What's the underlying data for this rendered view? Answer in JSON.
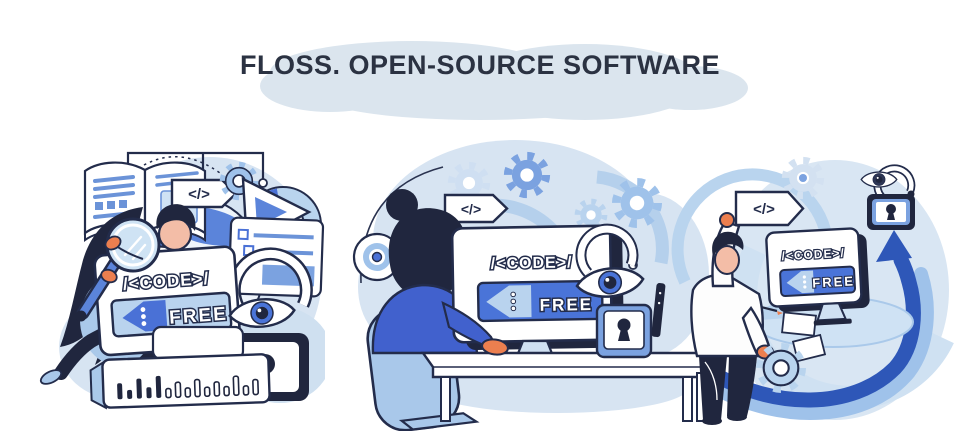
{
  "title": "FLOSS. OPEN-SOURCE SOFTWARE",
  "colors": {
    "outline": "#232c4b",
    "ink": "#20263e",
    "accent_blue": "#4a74d8",
    "arrow_blue": "#2e57b8",
    "gear_blue": "#7ba2e0",
    "sky_blue": "#9fc2ea",
    "light_blue": "#b9d3ee",
    "pale_blue": "#d7e4f2",
    "title_cloud": "#dbe5ee",
    "skin": "#f3bda7",
    "hand_orange": "#ec7f4f"
  },
  "scenes": {
    "left": {
      "tag_label": "</>",
      "code_label": "/<CODE>/",
      "free_label": "FREE",
      "icons": [
        "open-book-icon",
        "code-tag-icon",
        "gear-icon",
        "play-triangle-icon",
        "donut-chart-icon",
        "globe-icon",
        "document-icon",
        "magnifying-glass-icon",
        "open-padlock-icon",
        "eye-icon",
        "equalizer-bars-icon"
      ]
    },
    "middle": {
      "tag_label": "</>",
      "code_label": "/<CODE>/",
      "free_label": "FREE",
      "icons": [
        "gear-icon",
        "code-tag-icon",
        "target-icon",
        "monitor-icon",
        "eye-icon",
        "open-padlock-icon",
        "padlock-icon",
        "desk-icon",
        "office-chair-icon"
      ]
    },
    "right": {
      "tag_label": "</>",
      "code_label": "/<CODE>/",
      "free_label": "FREE",
      "icons": [
        "gear-icon",
        "code-tag-icon",
        "eye-icon",
        "open-padlock-icon",
        "monitor-icon",
        "desk-icon",
        "up-arrow-icon"
      ]
    }
  }
}
